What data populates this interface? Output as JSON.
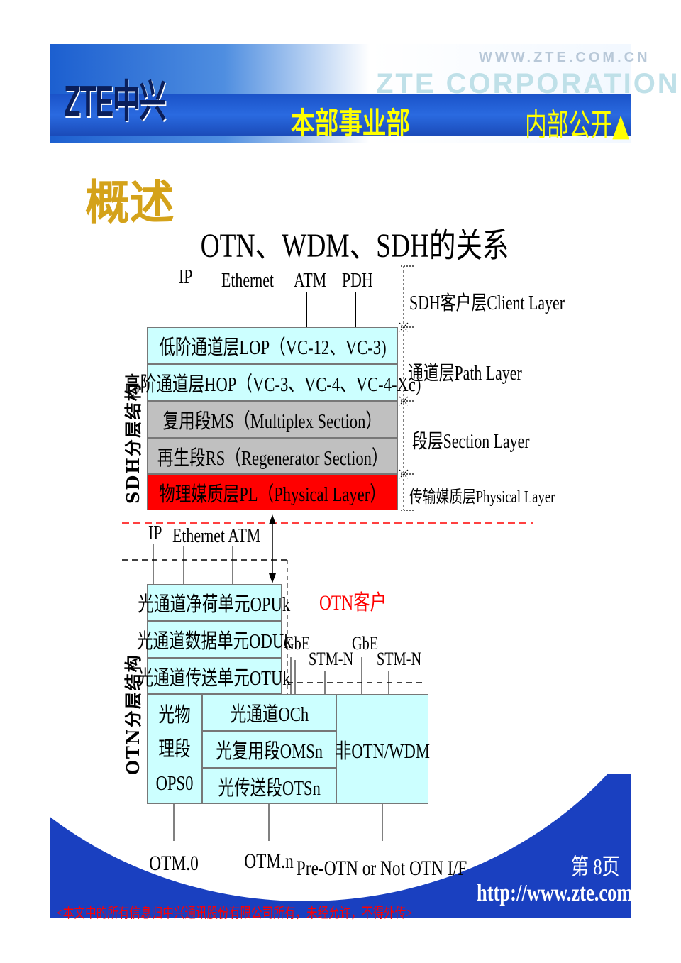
{
  "header": {
    "logo": "ZTE中兴",
    "website": "WWW.ZTE.COM.CN",
    "corp": "ZTE CORPORATION",
    "department": "本部事业部",
    "classification": "内部公开▲"
  },
  "slide": {
    "section_title": "概述",
    "title": "OTN、WDM、SDH的关系"
  },
  "sdh": {
    "side_label": "SDH分层结构",
    "clients": [
      "IP",
      "Ethernet",
      "ATM",
      "PDH"
    ],
    "layers": [
      "低阶通道层LOP（VC-12、VC-3)",
      "高阶通道层HOP（VC-3、VC-4、VC-4-Xc)",
      "复用段MS（Multiplex Section）",
      "再生段RS（Regenerator Section）",
      "物理媒质层PL（Physical Layer）"
    ],
    "right_labels": [
      "SDH客户层Client Layer",
      "通道层Path Layer",
      "段层Section Layer",
      "传输媒质层Physical Layer"
    ],
    "colors": {
      "light": "#ccffff",
      "gray": "#c0c0c0",
      "red": "#ff0000"
    }
  },
  "otn": {
    "side_label": "OTN分层结构",
    "clients": [
      "IP",
      "Ethernet ATM"
    ],
    "client_label": "OTN客户",
    "layers": [
      "光通道净荷单元OPUk",
      "光通道数据单元ODUk",
      "光通道传送单元OTUk"
    ],
    "other_clients": [
      "GbE",
      "STM-N",
      "GbE",
      "STM-N"
    ],
    "ops": "光物理段OPS0",
    "och": "光通道OCh",
    "omsn": "光复用段OMSn",
    "otsn": "光传送段OTSn",
    "non_otn": "非OTN/WDM",
    "interfaces": [
      "OTM.0",
      "OTM.n",
      "Pre-OTN or Not OTN I/F"
    ]
  },
  "footer": {
    "page": "第 8页",
    "url": "http://www.zte.com.cn",
    "notice": "<本文中的所有信息归中兴通讯股份有限公司所有，未经允许，不得外传>"
  }
}
